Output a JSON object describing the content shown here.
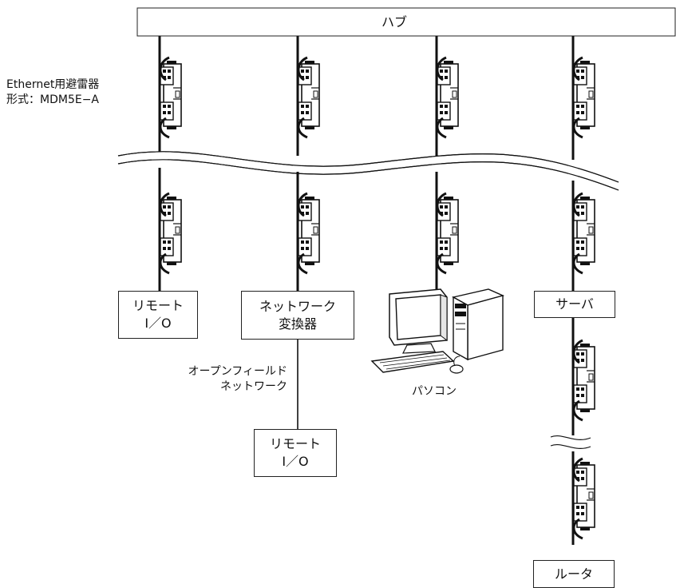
{
  "hub": {
    "label": "ハブ"
  },
  "arrester_label": {
    "line1": "Ethernet用避雷器",
    "line2": "形式：MDM5E−A"
  },
  "devices": {
    "remote_io_1": {
      "line1": "リモート",
      "line2": "I／O"
    },
    "network_converter": {
      "line1": "ネットワーク",
      "line2": "変換器"
    },
    "pc": {
      "label": "パソコン"
    },
    "server": {
      "label": "サーバ"
    },
    "remote_io_2": {
      "line1": "リモート",
      "line2": "I／O"
    },
    "router": {
      "label": "ルータ"
    }
  },
  "open_field_network": {
    "line1": "オープンフィールド",
    "line2": "ネットワーク"
  },
  "icons": {
    "arrester": "surge-arrester-icon",
    "pc": "desktop-computer-icon",
    "break": "wavy-break-icon"
  }
}
